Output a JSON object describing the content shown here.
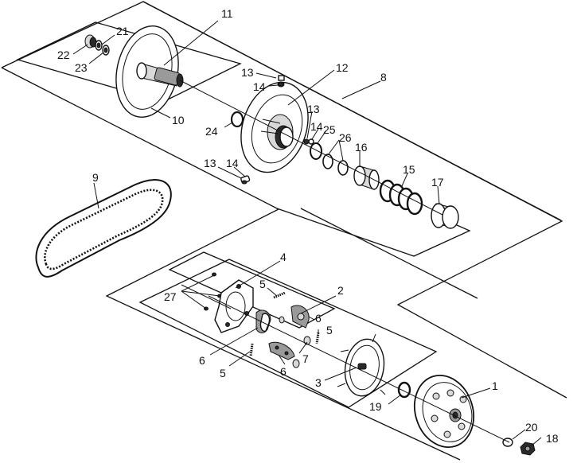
{
  "diagram": {
    "callouts": {
      "c1": "1",
      "c2": "2",
      "c3": "3",
      "c4": "4",
      "c5a": "5",
      "c5b": "5",
      "c5c": "5",
      "c6a": "6",
      "c6b": "6",
      "c6c": "6",
      "c7": "7",
      "c8": "8",
      "c9": "9",
      "c10": "10",
      "c11": "11",
      "c12": "12",
      "c13a": "13",
      "c13b": "13",
      "c13c": "13",
      "c14a": "14",
      "c14b": "14",
      "c14c": "14",
      "c15": "15",
      "c16": "16",
      "c17": "17",
      "c18": "18",
      "c19": "19",
      "c20": "20",
      "c21": "21",
      "c22": "22",
      "c23": "23",
      "c24": "24",
      "c25": "25",
      "c26": "26",
      "c27": "27"
    }
  }
}
